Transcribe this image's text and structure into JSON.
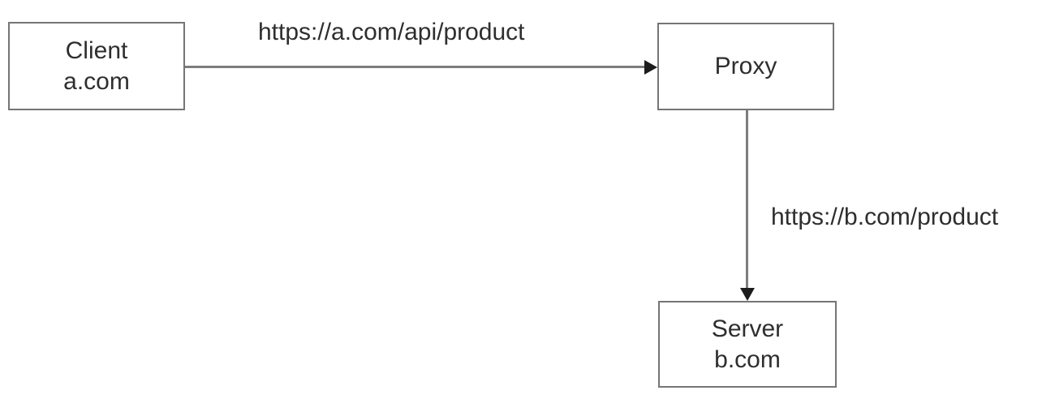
{
  "diagram": {
    "background_color": "#ffffff",
    "line_color": "#7d7d7d",
    "arrowhead_color": "#1c1c1c",
    "text_color": "#2e2e2e",
    "nodes": [
      {
        "id": "client",
        "lines": [
          "Client",
          "a.com"
        ]
      },
      {
        "id": "proxy",
        "lines": [
          "Proxy"
        ]
      },
      {
        "id": "server",
        "lines": [
          "Server",
          "b.com"
        ]
      }
    ],
    "edges": [
      {
        "from": "client",
        "to": "proxy",
        "direction": "right",
        "label": "https://a.com/api/product"
      },
      {
        "from": "proxy",
        "to": "server",
        "direction": "down",
        "label": "https://b.com/product"
      }
    ]
  }
}
